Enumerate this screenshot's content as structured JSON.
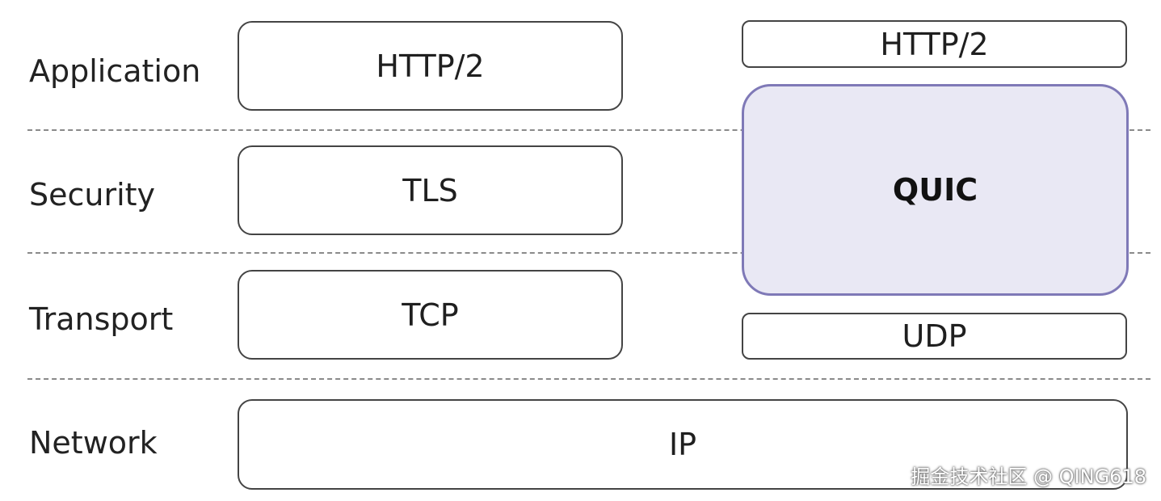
{
  "layers": {
    "application": "Application",
    "security": "Security",
    "transport": "Transport",
    "network": "Network"
  },
  "left_stack": {
    "http2": "HTTP/2",
    "tls": "TLS",
    "tcp": "TCP"
  },
  "right_stack": {
    "http2": "HTTP/2",
    "quic": "QUIC",
    "udp": "UDP"
  },
  "shared": {
    "ip": "IP"
  },
  "watermark": "掘金技术社区 @ QING618",
  "colors": {
    "box_border": "#444444",
    "quic_border": "#7f79b7",
    "quic_fill": "#e9e8f4",
    "divider": "#8a8a8a"
  }
}
